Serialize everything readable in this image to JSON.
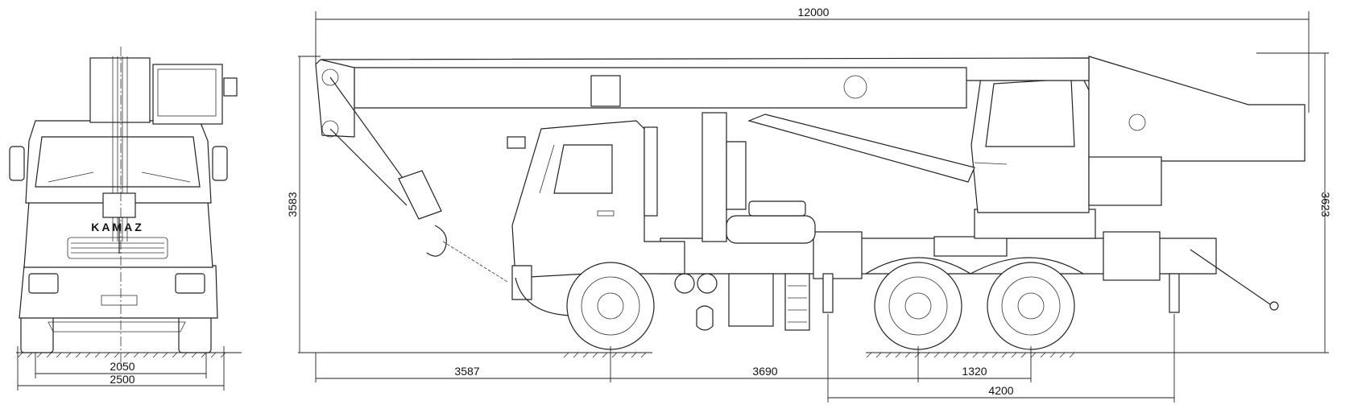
{
  "front_view": {
    "badge": "KAMAZ",
    "dims": {
      "track": "2050",
      "width": "2500"
    }
  },
  "side_view": {
    "dims": {
      "length": "12000",
      "height_left": "3583",
      "height_right": "3623",
      "front_overhang": "3587",
      "wheelbase_front": "3690",
      "bogie_spacing": "1320",
      "support_base": "4200"
    }
  }
}
